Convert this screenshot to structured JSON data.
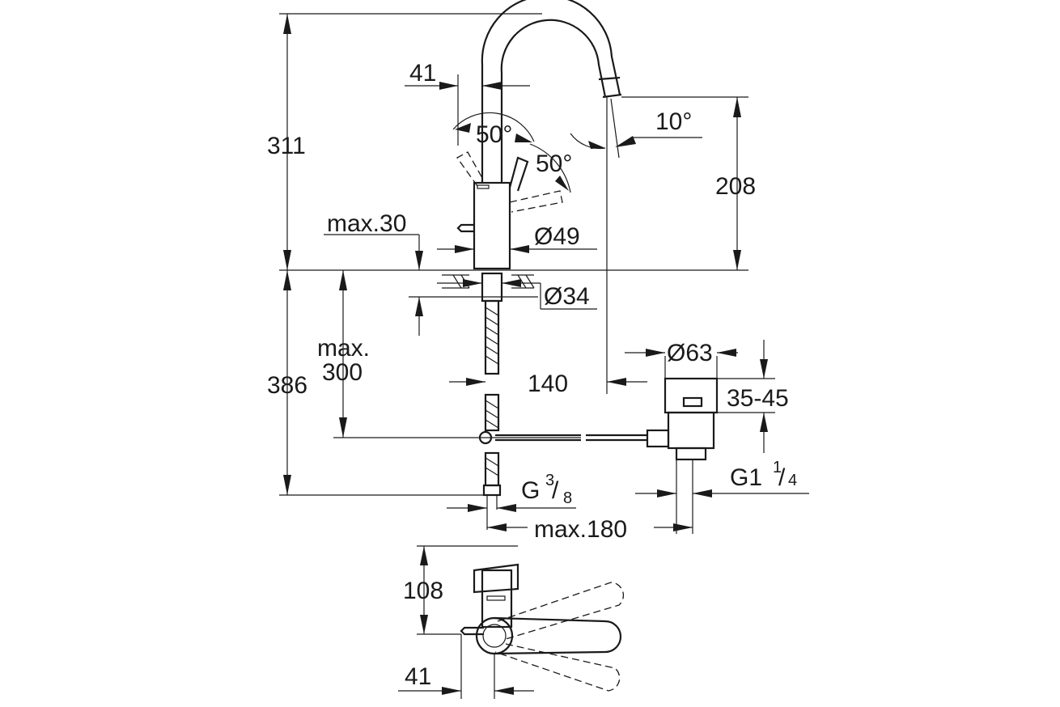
{
  "dimensions": {
    "height_total": "311",
    "reach_41": "41",
    "lever_angle_a": "50°",
    "lever_angle_b": "50°",
    "spout_angle": "10°",
    "spout_height": "208",
    "deck_thickness": "max.30",
    "base_diameter": "Ø49",
    "hole_diameter": "Ø34",
    "below_deck": "386",
    "hose_length_max": "max.",
    "hose_length_val": "300",
    "spout_reach": "140",
    "waste_diameter": "Ø63",
    "waste_range": "35-45",
    "waste_thread_main": "G1",
    "waste_thread_num": "1",
    "waste_thread_den": "4",
    "hose_thread_main": "G",
    "hose_thread_num": "3",
    "hose_thread_den": "8",
    "rod_max": "max.180",
    "top_height": "108",
    "top_offset": "41"
  }
}
